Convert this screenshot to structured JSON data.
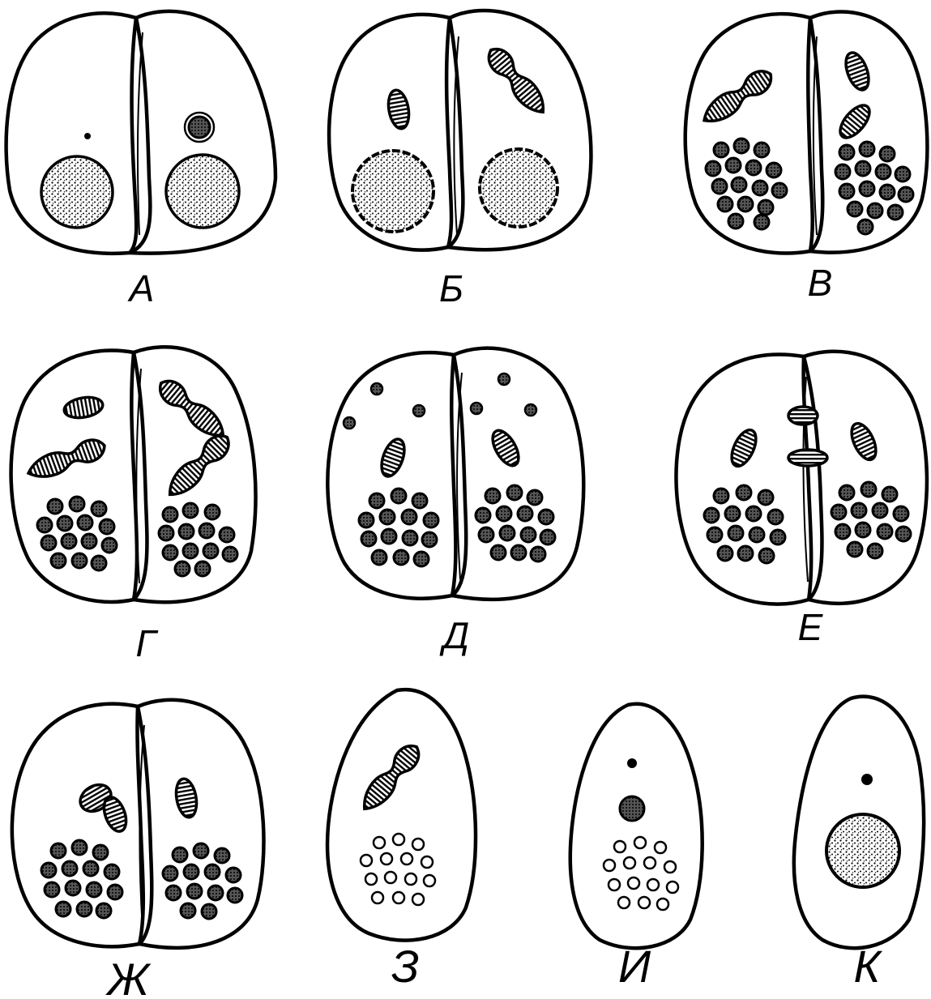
{
  "labels": {
    "A": "А",
    "B": "Б",
    "V": "В",
    "G": "Г",
    "D": "Д",
    "E": "Е",
    "ZH": "Ж",
    "Z": "З",
    "I": "И",
    "K": "К"
  },
  "colors": {
    "ink": "#000000",
    "paper": "#ffffff"
  }
}
